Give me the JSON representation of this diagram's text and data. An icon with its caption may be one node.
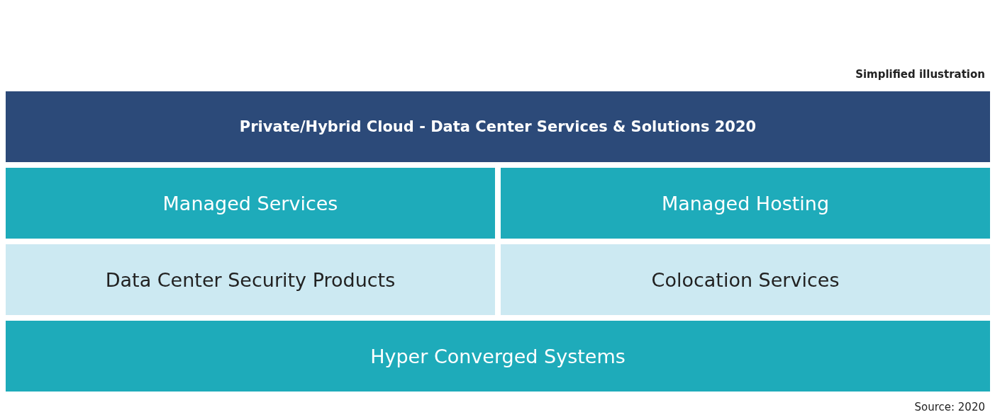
{
  "diagram": {
    "nodes": [
      {
        "text": [
          "Private/Hybrid Cloud - Data Center Services & Solutions 2020"
        ]
      },
      {
        "text": [
          "Managed Services"
        ]
      },
      {
        "text": [
          "Managed Hosting"
        ]
      },
      {
        "text": [
          "Data Center Security Products"
        ]
      },
      {
        "text": [
          "Colocation Services"
        ]
      },
      {
        "text": [
          "Hyper Converged Systems"
        ]
      }
    ],
    "labels": [
      "Simplified illustration",
      "Source: 2020"
    ]
  }
}
